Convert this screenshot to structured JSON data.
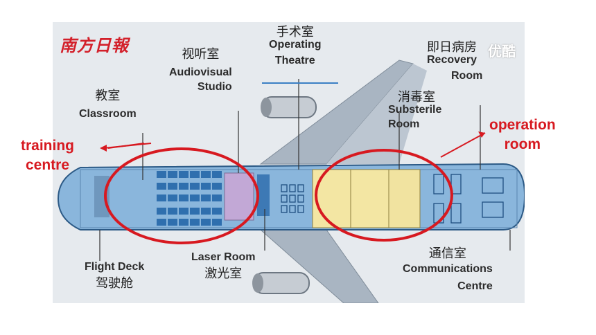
{
  "diagram": {
    "logo_text": "南方日報",
    "watermark_text": "优酷",
    "labels": {
      "operating_theatre": {
        "zh": "手术室",
        "en_line1": "Operating",
        "en_line2": "Theatre"
      },
      "audiovisual_studio": {
        "zh": "视听室",
        "en_line1": "Audiovisual",
        "en_line2": "Studio"
      },
      "classroom": {
        "zh": "教室",
        "en": "Classroom"
      },
      "recovery_room": {
        "zh": "即日病房",
        "en_line1": "Recovery",
        "en_line2": "Room"
      },
      "substerile_room": {
        "zh": "消毒室",
        "en_line1": "Substerile",
        "en_line2": "Room"
      },
      "flight_deck": {
        "en": "Flight Deck",
        "zh": "驾驶舱"
      },
      "laser_room": {
        "en": "Laser Room",
        "zh": "激光室"
      },
      "communications_centre": {
        "zh": "通信室",
        "en_line1": "Communications",
        "en_line2": "Centre"
      }
    },
    "annotations": {
      "training_centre": {
        "line1": "training",
        "line2": "centre"
      },
      "operation_room": {
        "line1": "operation",
        "line2": "room"
      }
    },
    "colors": {
      "fuselage": "#8ab6dc",
      "wing": "#a9b5c2",
      "highlight_red": "#d71920",
      "studio": "#c2a8d6",
      "theatre": "#f3e6a3",
      "seat": "#2f6fae"
    }
  }
}
